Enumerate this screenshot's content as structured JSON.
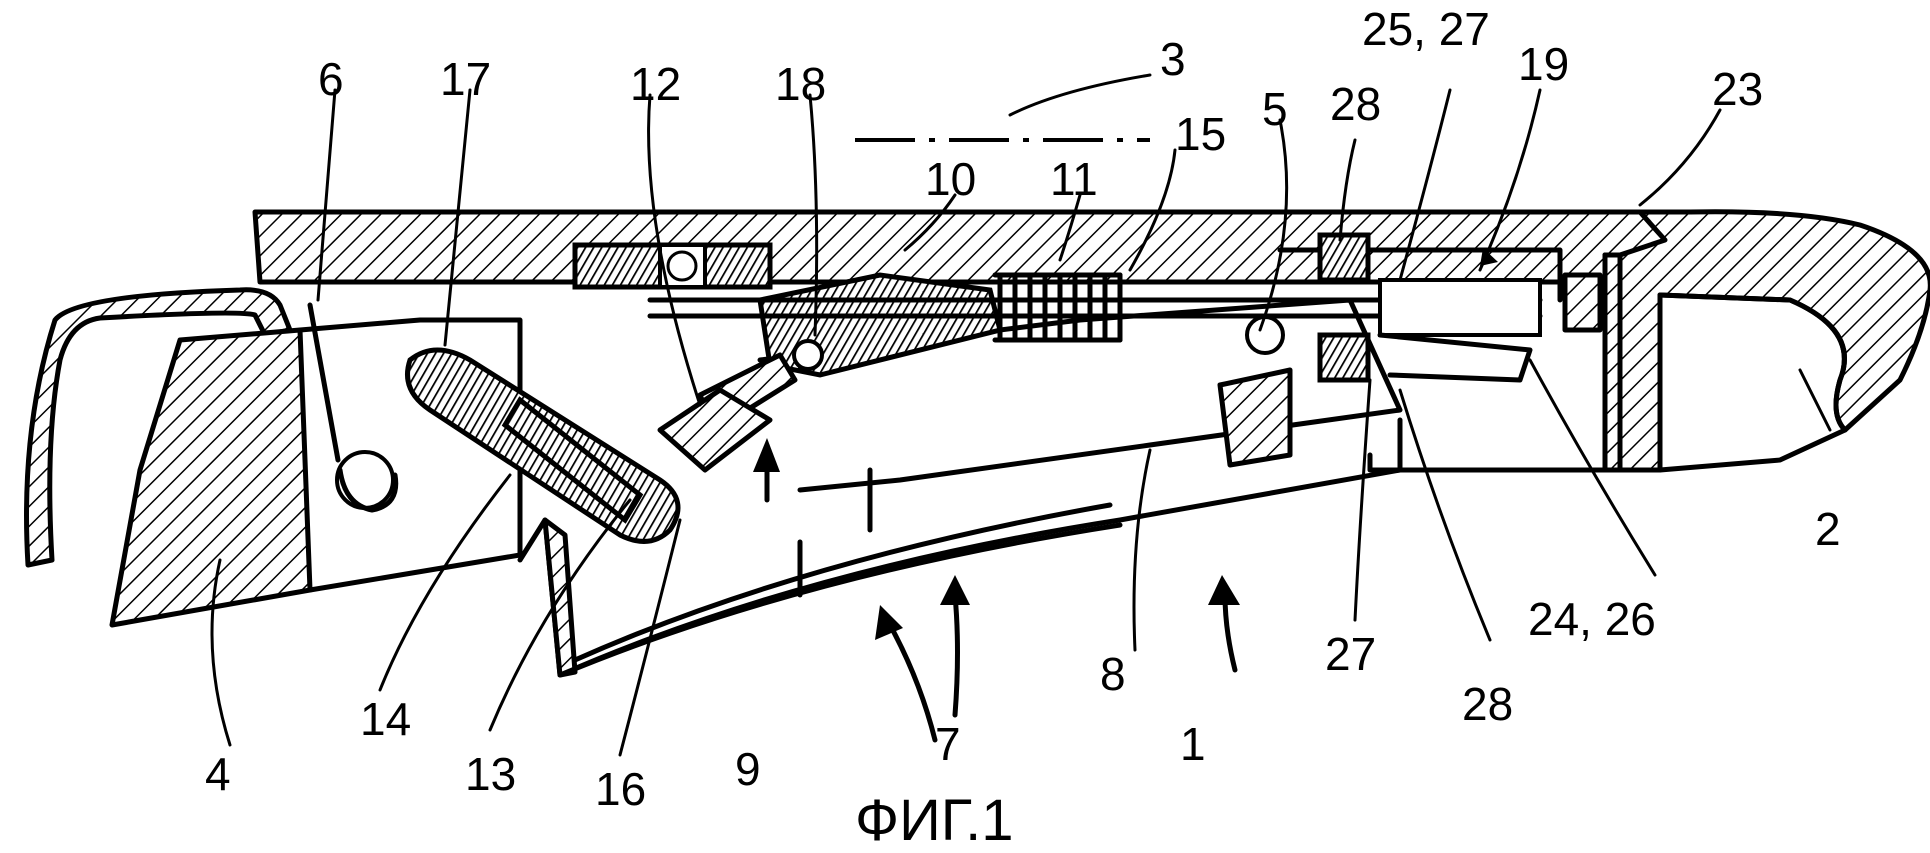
{
  "caption": "ФИГ.1",
  "reference_labels": [
    {
      "id": "1",
      "text": "1"
    },
    {
      "id": "2",
      "text": "2"
    },
    {
      "id": "3",
      "text": "3"
    },
    {
      "id": "4",
      "text": "4"
    },
    {
      "id": "5",
      "text": "5"
    },
    {
      "id": "6",
      "text": "6"
    },
    {
      "id": "7",
      "text": "7"
    },
    {
      "id": "8",
      "text": "8"
    },
    {
      "id": "9",
      "text": "9"
    },
    {
      "id": "10",
      "text": "10"
    },
    {
      "id": "11",
      "text": "11"
    },
    {
      "id": "12",
      "text": "12"
    },
    {
      "id": "13",
      "text": "13"
    },
    {
      "id": "14",
      "text": "14"
    },
    {
      "id": "15",
      "text": "15"
    },
    {
      "id": "16",
      "text": "16"
    },
    {
      "id": "17",
      "text": "17"
    },
    {
      "id": "18",
      "text": "18"
    },
    {
      "id": "19",
      "text": "19"
    },
    {
      "id": "23",
      "text": "23"
    },
    {
      "id": "24_26",
      "text": "24, 26"
    },
    {
      "id": "25_27",
      "text": "25, 27"
    },
    {
      "id": "27",
      "text": "27"
    },
    {
      "id": "28a",
      "text": "28"
    },
    {
      "id": "28b",
      "text": "28"
    }
  ]
}
